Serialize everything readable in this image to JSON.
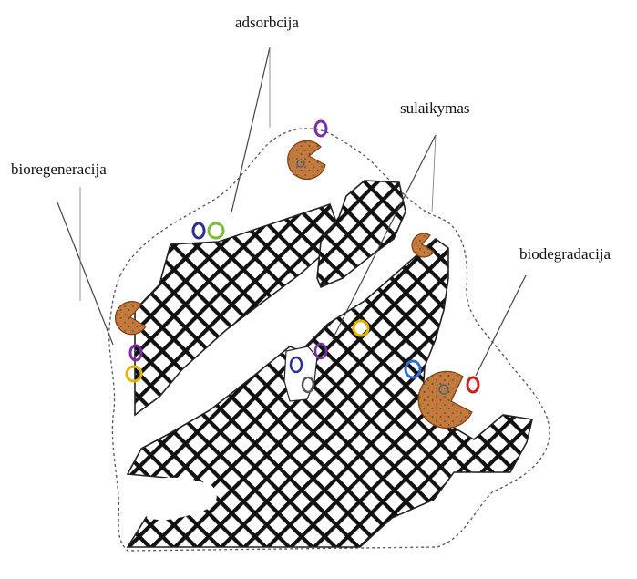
{
  "labels": {
    "adsorption": "adsorbcija",
    "retention": "sulaikymas",
    "bioregeneration": "bioregeneracija",
    "biodegradation": "biodegradacija"
  },
  "colors": {
    "background": "#ffffff",
    "lattice": "#111111",
    "lattice_gap": "#ffffff",
    "outline": "#222222",
    "biofilm_boundary": "#555555",
    "microbe_fill": "#c8773d",
    "microbe_spot": "#3f7a3a",
    "molecule_purple": "#7b2fa6",
    "molecule_navy": "#2b2f8f",
    "molecule_green": "#7fb93a",
    "molecule_yellow": "#e3b400",
    "molecule_blue": "#2f6fd1",
    "molecule_red": "#d21d1d",
    "molecule_gray": "#555555"
  },
  "icons": [
    "microbe-icon",
    "molecule-icon"
  ]
}
